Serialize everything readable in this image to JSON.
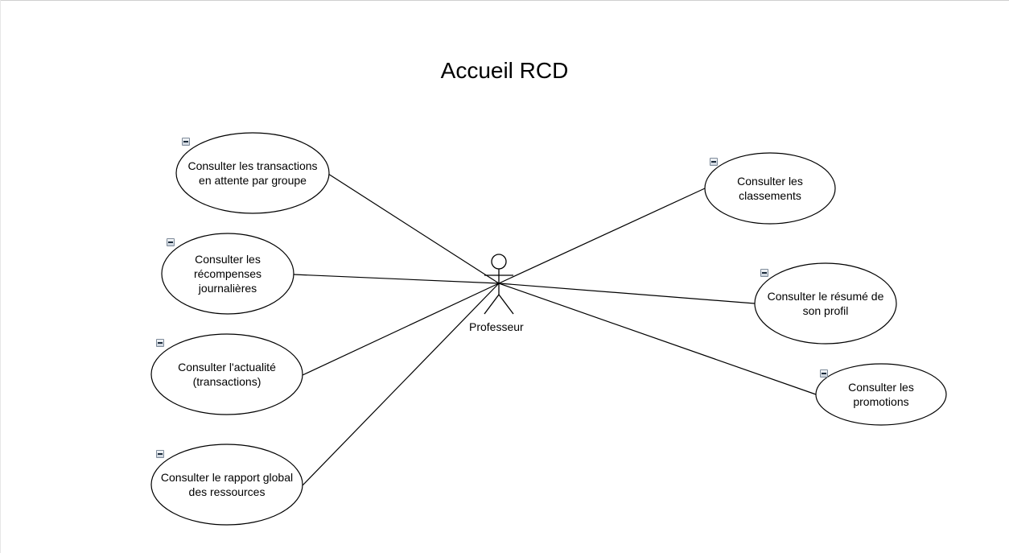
{
  "diagram": {
    "title": "Accueil RCD",
    "actor": {
      "label": "Professeur"
    },
    "use_cases": [
      {
        "id": "uc1",
        "label": "Consulter les transactions\nen attente par groupe"
      },
      {
        "id": "uc2",
        "label": "Consulter les\nrécompenses\njournalières"
      },
      {
        "id": "uc3",
        "label": "Consulter l'actualité\n(transactions)"
      },
      {
        "id": "uc4",
        "label": "Consulter le rapport global\ndes ressources"
      },
      {
        "id": "uc5",
        "label": "Consulter les\nclassements"
      },
      {
        "id": "uc6",
        "label": "Consulter le résumé de\nson profil"
      },
      {
        "id": "uc7",
        "label": "Consulter les\npromotions"
      }
    ],
    "colors": {
      "line": "#000000",
      "ellipse_fill": "#ffffff",
      "ellipse_stroke": "#000000"
    }
  }
}
